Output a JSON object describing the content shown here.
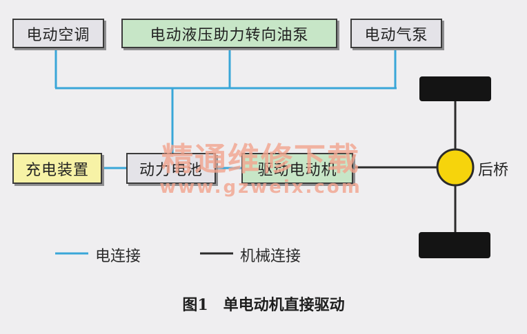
{
  "nodes": {
    "ac": "电动空调",
    "pump": "电动液压助力转向油泵",
    "airpump": "电动气泵",
    "charger": "充电装置",
    "battery": "动力电池",
    "motor": "驱动电动机",
    "rear_axle": "后桥"
  },
  "legend": {
    "electric": "电连接",
    "mechanical": "机械连接"
  },
  "watermark": {
    "text": "精通维修下载",
    "url": "www.gzweix.com"
  },
  "caption": "图1　单电动机直接驱动",
  "colors": {
    "electric_line": "#39a6d8",
    "mechanical_line": "#2b2b2b",
    "box_gray": "#e4e3e8",
    "box_green": "#c7e6c7",
    "box_yellow": "#f7f2a6",
    "axle_fill": "#f6d40c",
    "watermark": "#f2a58f"
  }
}
